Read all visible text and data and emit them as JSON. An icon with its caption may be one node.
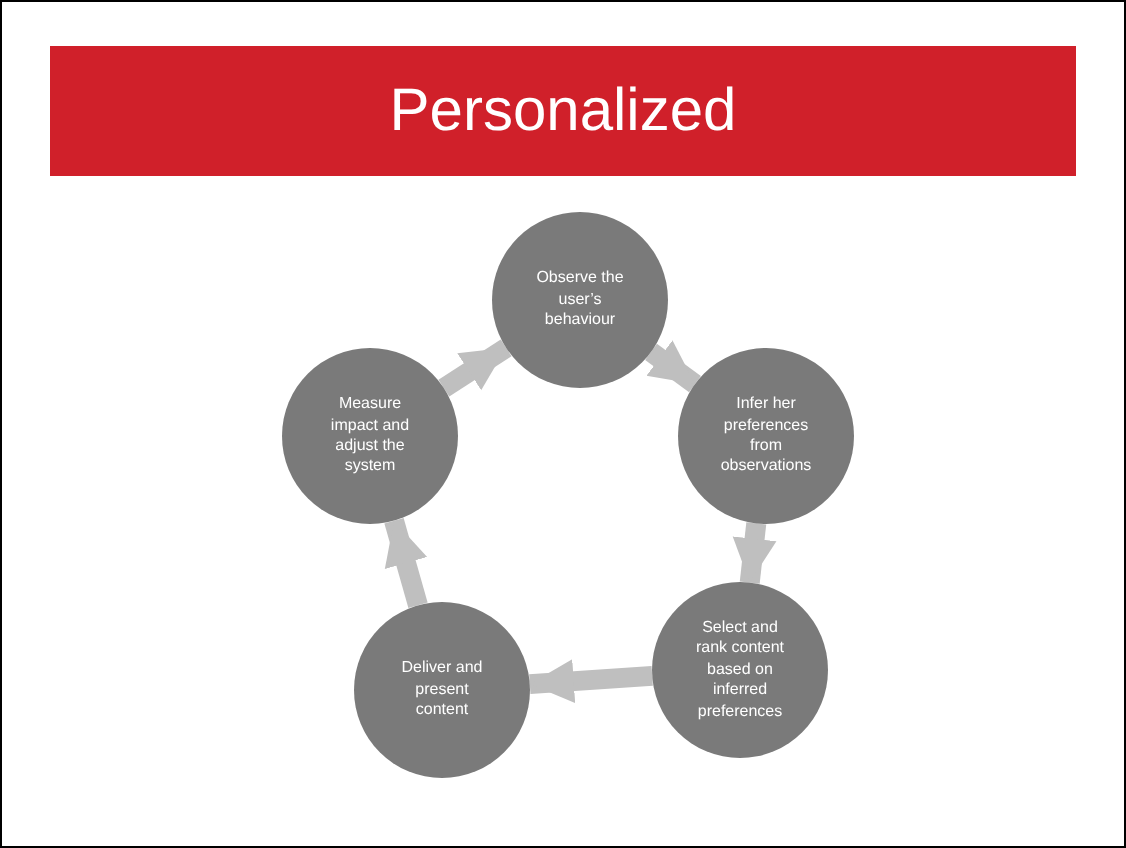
{
  "diagram": {
    "title": "Personalized",
    "nodes": [
      {
        "text": [
          "Observe the user’s behaviour"
        ]
      },
      {
        "text": [
          "Infer her preferences from observations"
        ]
      },
      {
        "text": [
          "Select and rank content based on inferred preferences"
        ]
      },
      {
        "text": [
          "Deliver and present content"
        ]
      },
      {
        "text": [
          "Measure impact and adjust the system"
        ]
      }
    ],
    "edges": [
      {
        "from": 0,
        "to": 1,
        "arrow": "to"
      },
      {
        "from": 1,
        "to": 2,
        "arrow": "to"
      },
      {
        "from": 2,
        "to": 3,
        "arrow": "to"
      },
      {
        "from": 3,
        "to": 4,
        "arrow": "to"
      },
      {
        "from": 4,
        "to": 0,
        "arrow": "to"
      }
    ]
  }
}
